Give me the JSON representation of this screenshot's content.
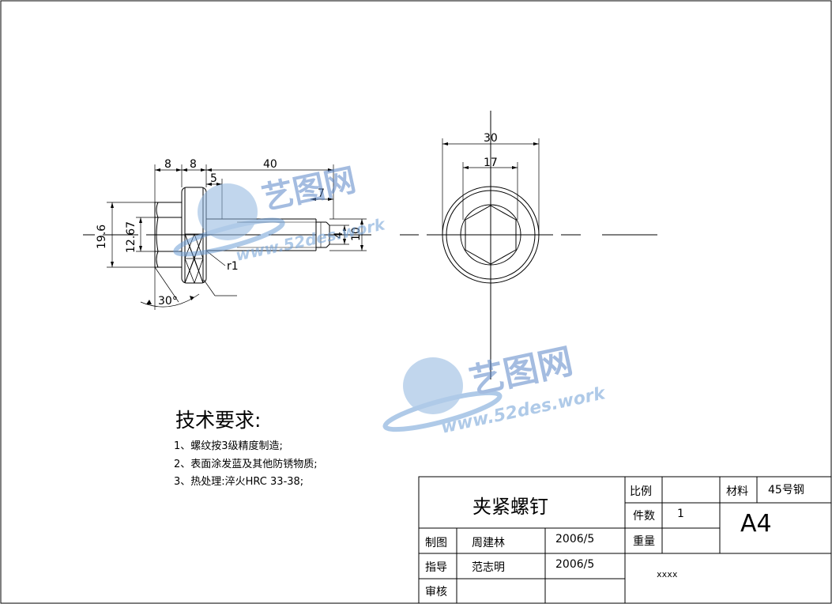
{
  "dimensions": {
    "d8a": "8",
    "d8b": "8",
    "d40": "40",
    "d5": "5",
    "d7": "7",
    "d196": "19.6",
    "d1267": "12.67",
    "d4": "4",
    "d10": "10",
    "r1": "r1",
    "a30": "30°",
    "d30": "30",
    "d17": "17"
  },
  "watermark": {
    "brand": "艺图网",
    "url": "www.52des.work"
  },
  "tech_requirements": {
    "title": "技术要求:",
    "items": [
      "1、螺纹按3级精度制造;",
      "2、表面涂发蓝及其他防锈物质;",
      "3、热处理:淬火HRC 33-38;"
    ]
  },
  "title_block": {
    "part_name": "夹紧螺钉",
    "scale_label": "比例",
    "scale_value": "",
    "count_label": "件数",
    "count_value": "1",
    "weight_label": "重量",
    "weight_value": "",
    "material_label": "材料",
    "material_value": "45号钢",
    "sheet_size": "A4",
    "drawn_label": "制图",
    "drawn_name": "周建林",
    "drawn_date": "2006/5",
    "guided_label": "指导",
    "guided_name": "范志明",
    "guided_date": "2006/5",
    "review_label": "审核",
    "review_name": "",
    "review_date": "",
    "company": "xxxx"
  }
}
